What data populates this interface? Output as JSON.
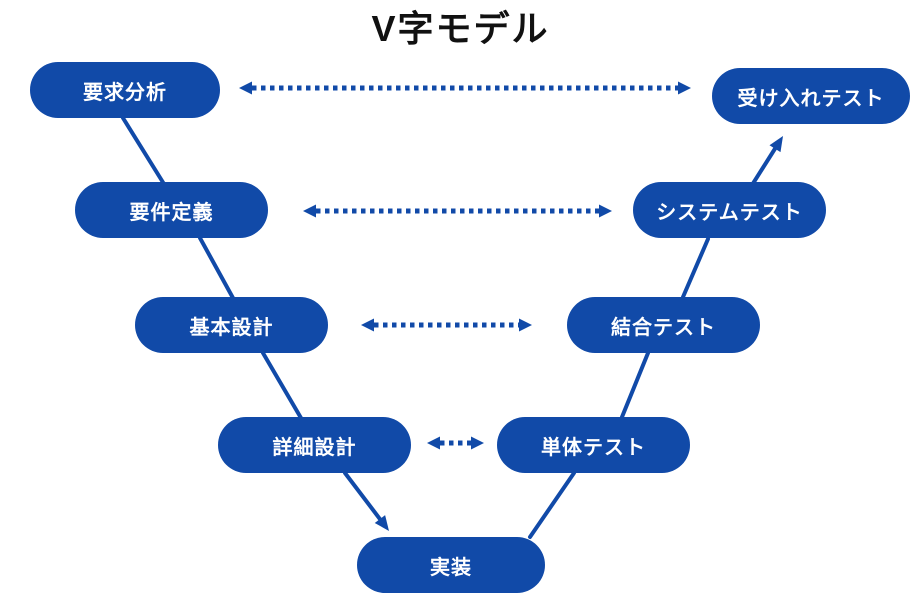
{
  "title": "V字モデル",
  "colors": {
    "primary": "#114AA8",
    "node_text": "#ffffff",
    "title_text": "#111111",
    "background": "#ffffff"
  },
  "nodes": [
    {
      "id": "requirements-analysis",
      "label": "要求分析"
    },
    {
      "id": "requirements-definition",
      "label": "要件定義"
    },
    {
      "id": "basic-design",
      "label": "基本設計"
    },
    {
      "id": "detailed-design",
      "label": "詳細設計"
    },
    {
      "id": "implementation",
      "label": "実装"
    },
    {
      "id": "unit-test",
      "label": "単体テスト"
    },
    {
      "id": "integration-test",
      "label": "結合テスト"
    },
    {
      "id": "system-test",
      "label": "システムテスト"
    },
    {
      "id": "acceptance-test",
      "label": "受け入れテスト"
    }
  ],
  "edges": {
    "solid": [
      {
        "id": "s1",
        "from": "requirements-analysis",
        "to": "requirements-definition",
        "arrow": "none"
      },
      {
        "id": "s2",
        "from": "requirements-definition",
        "to": "basic-design",
        "arrow": "none"
      },
      {
        "id": "s3",
        "from": "basic-design",
        "to": "detailed-design",
        "arrow": "none"
      },
      {
        "id": "s4",
        "from": "detailed-design",
        "to": "implementation",
        "arrow": "end"
      },
      {
        "id": "s5",
        "from": "implementation",
        "to": "unit-test",
        "arrow": "none"
      },
      {
        "id": "s6",
        "from": "unit-test",
        "to": "integration-test",
        "arrow": "none"
      },
      {
        "id": "s7",
        "from": "integration-test",
        "to": "system-test",
        "arrow": "none"
      },
      {
        "id": "s8",
        "from": "system-test",
        "to": "acceptance-test",
        "arrow": "end"
      }
    ],
    "dotted": [
      {
        "id": "d1",
        "from": "requirements-analysis",
        "to": "acceptance-test",
        "arrow": "both"
      },
      {
        "id": "d2",
        "from": "requirements-definition",
        "to": "system-test",
        "arrow": "both"
      },
      {
        "id": "d3",
        "from": "basic-design",
        "to": "integration-test",
        "arrow": "both"
      },
      {
        "id": "d4",
        "from": "detailed-design",
        "to": "unit-test",
        "arrow": "both"
      }
    ]
  }
}
